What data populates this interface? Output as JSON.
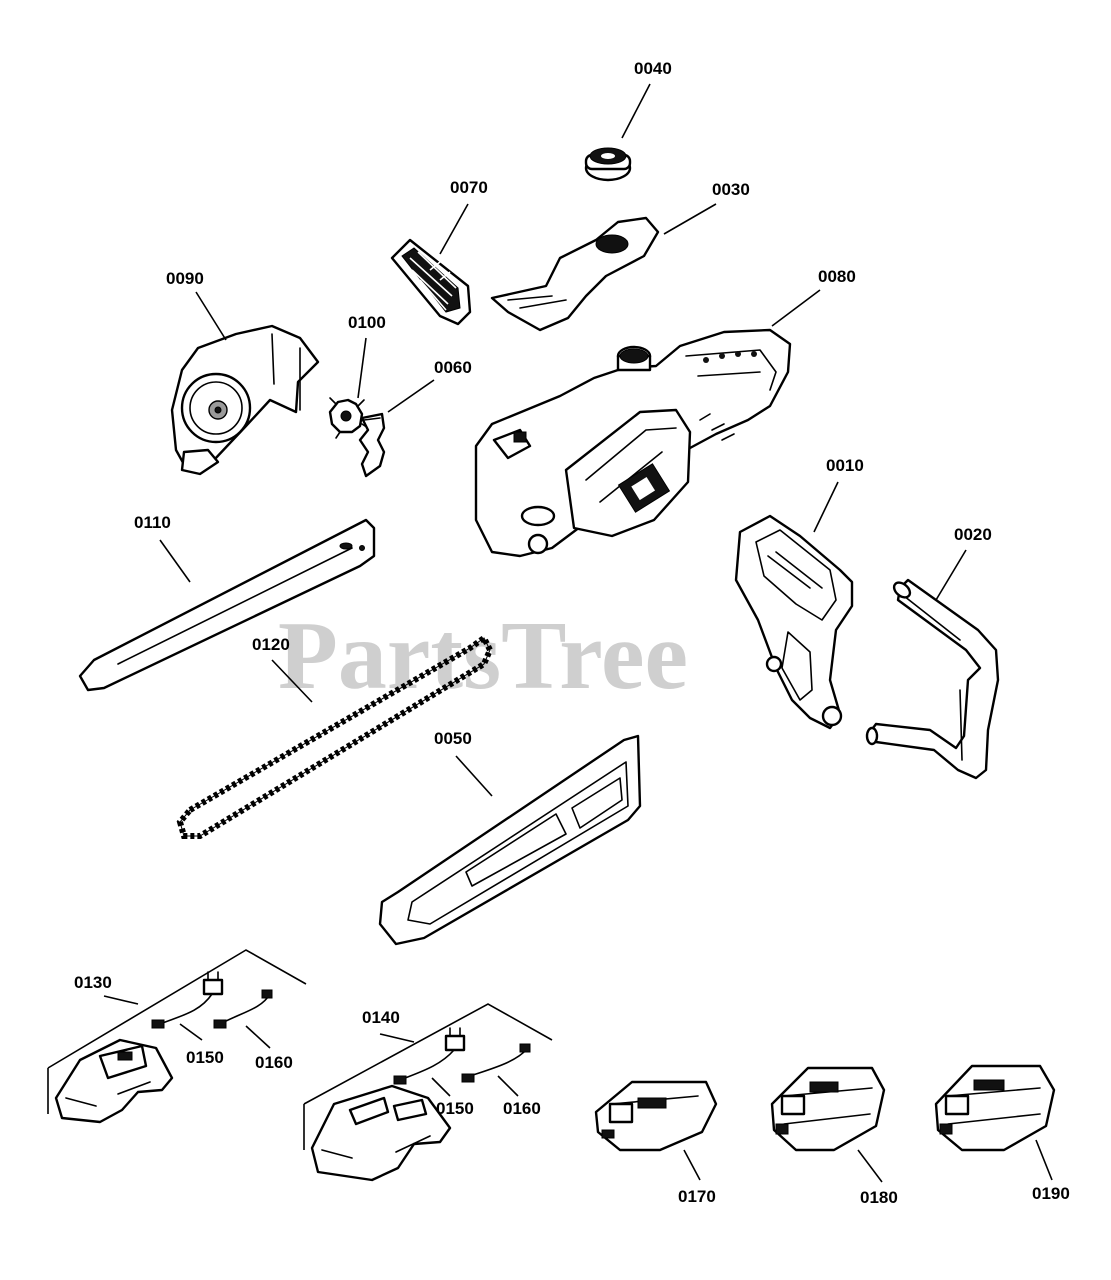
{
  "watermark": "PartsTree",
  "part_labels": {
    "p0010": "0010",
    "p0020": "0020",
    "p0030": "0030",
    "p0040": "0040",
    "p0050": "0050",
    "p0060": "0060",
    "p0070": "0070",
    "p0080": "0080",
    "p0090": "0090",
    "p0100": "0100",
    "p0110": "0110",
    "p0120": "0120",
    "p0130": "0130",
    "p0140": "0140",
    "p0150a": "0150",
    "p0150b": "0150",
    "p0160a": "0160",
    "p0160b": "0160",
    "p0170": "0170",
    "p0180": "0180",
    "p0190": "0190"
  }
}
